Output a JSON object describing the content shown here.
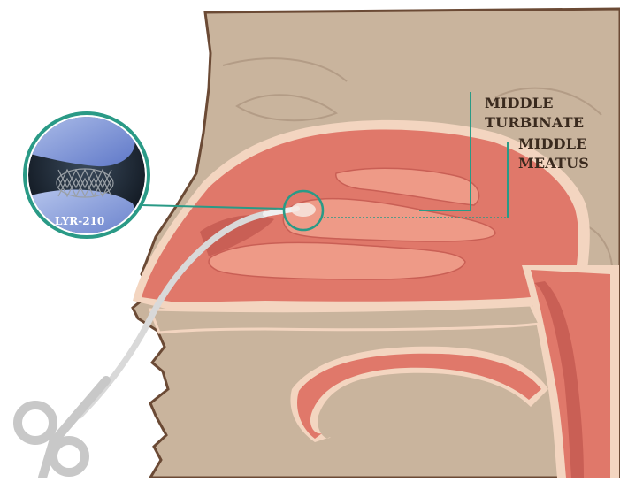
{
  "labels": {
    "middle_turbinate_line1": "MIDDLE",
    "middle_turbinate_line2": "TURBINATE",
    "middle_meatus_line1": "MIDDLE",
    "middle_meatus_line2": "MEATUS",
    "implant": "LYR-210"
  },
  "colors": {
    "skin": "#c9b49d",
    "skin_shadow": "#b8a08a",
    "outline": "#6b4a35",
    "mucosa": "#e0786a",
    "mucosa_light": "#ee9a87",
    "mucosa_dark": "#c95f55",
    "mucosa_rim": "#f3d5c0",
    "leader": "#2a9a86",
    "label_text": "#3a2a1e",
    "catheter": "#d6d6d6",
    "inset_bg": "#2b3644"
  }
}
